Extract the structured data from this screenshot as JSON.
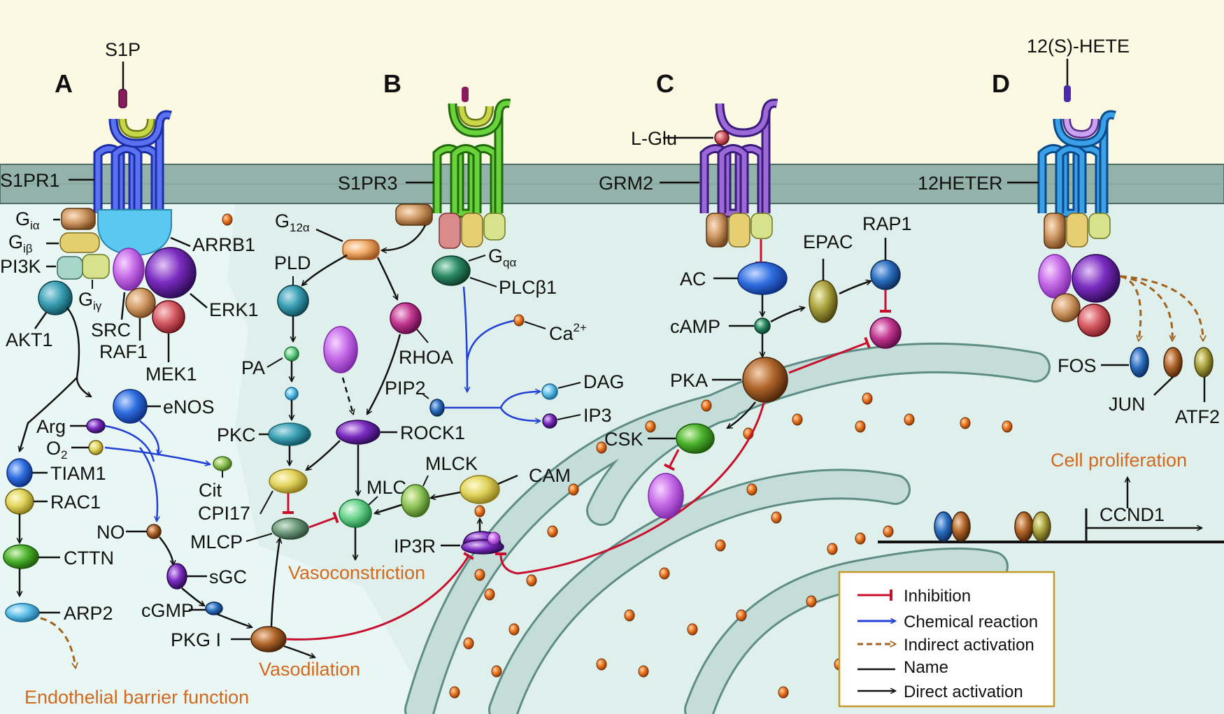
{
  "panels": {
    "A": "A",
    "B": "B",
    "C": "C",
    "D": "D"
  },
  "ligands": {
    "s1p": "S1P",
    "hete": "12(S)-HETE",
    "lglu": "L-Glu"
  },
  "receptors": {
    "s1pr1": "S1PR1",
    "s1pr3": "S1PR3",
    "grm2": "GRM2",
    "heter": "12HETER"
  },
  "panel_a": {
    "gia": "G",
    "gia_sub": "iα",
    "gib": "G",
    "gib_sub": "iβ",
    "pi3k": "PI3K",
    "giy": "G",
    "giy_sub": "iγ",
    "arrb1": "ARRB1",
    "erk1": "ERK1",
    "src": "SRC",
    "raf1": "RAF1",
    "mek1": "MEK1",
    "akt1": "AKT1",
    "enos": "eNOS",
    "arg": "Arg",
    "o2": "O",
    "o2_sub": "2",
    "cit": "Cit",
    "tiam1": "TIAM1",
    "rac1": "RAC1",
    "cttn": "CTTN",
    "arp2": "ARP2",
    "no": "NO",
    "sgc": "sGC",
    "cgmp": "cGMP",
    "pkg1": "PKG I"
  },
  "panel_b": {
    "g12a": "G",
    "g12a_sub": "12α",
    "pld": "PLD",
    "pa": "PA",
    "pkc": "PKC",
    "cpi17": "CPI17",
    "mlcp": "MLCP",
    "rhoa": "RHOA",
    "rock1": "ROCK1",
    "mlc": "MLC",
    "mlck": "MLCK",
    "cam": "CAM",
    "gqa": "G",
    "gqa_sub": "qα",
    "plcb1": "PLCβ1",
    "ca": "Ca",
    "ca_sup": "2+",
    "pip2": "PIP2",
    "dag": "DAG",
    "ip3": "IP3",
    "ip3r": "IP3R"
  },
  "panel_c": {
    "ac": "AC",
    "camp": "cAMP",
    "pka": "PKA",
    "csk": "CSK",
    "epac": "EPAC",
    "rap1": "RAP1"
  },
  "panel_d": {
    "fos": "FOS",
    "jun": "JUN",
    "atf2": "ATF2",
    "ccnd1": "CCND1"
  },
  "outcomes": {
    "barrier": "Endothelial barrier function",
    "vasodilation": "Vasodilation",
    "vasoconstriction": "Vasoconstriction",
    "proliferation": "Cell proliferation"
  },
  "legend": {
    "inhibition": "Inhibition",
    "chemical": "Chemical reaction",
    "indirect": "Indirect activation",
    "name": "Name",
    "direct": "Direct activation"
  },
  "colors": {
    "background": "#fbf9e2",
    "membrane": "#8fb0a8",
    "cytoplasm": "#e7f4f0",
    "er": "#9bc3bd",
    "inhibition": "#c8102e",
    "chemical": "#1f3fd6",
    "indirect": "#a0621c",
    "outcome": "#d2691e"
  }
}
